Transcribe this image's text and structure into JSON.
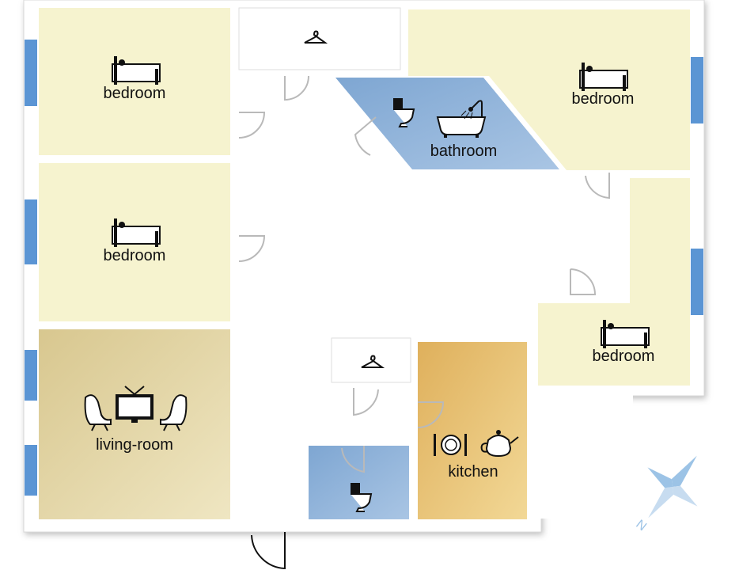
{
  "rooms": {
    "bedroom_1": "bedroom",
    "bedroom_2": "bedroom",
    "bedroom_3": "bedroom",
    "bedroom_4": "bedroom",
    "bathroom": "bathroom",
    "living_room": "living-room",
    "kitchen": "kitchen"
  },
  "compass": {
    "north_label": "N"
  },
  "colors": {
    "bedroom": "#f6f3cf",
    "bath": "#8db1d8",
    "living": "#e2d6a6",
    "kitchen": "#ecc97e",
    "window": "#5b95d4",
    "wall": "#ffffff"
  },
  "icons": [
    "bed-icon",
    "toilet-icon",
    "bathtub-shower-icon",
    "hanger-icon",
    "tv-icon",
    "armchair-icon",
    "plate-cutlery-icon",
    "teapot-icon",
    "compass-icon"
  ]
}
